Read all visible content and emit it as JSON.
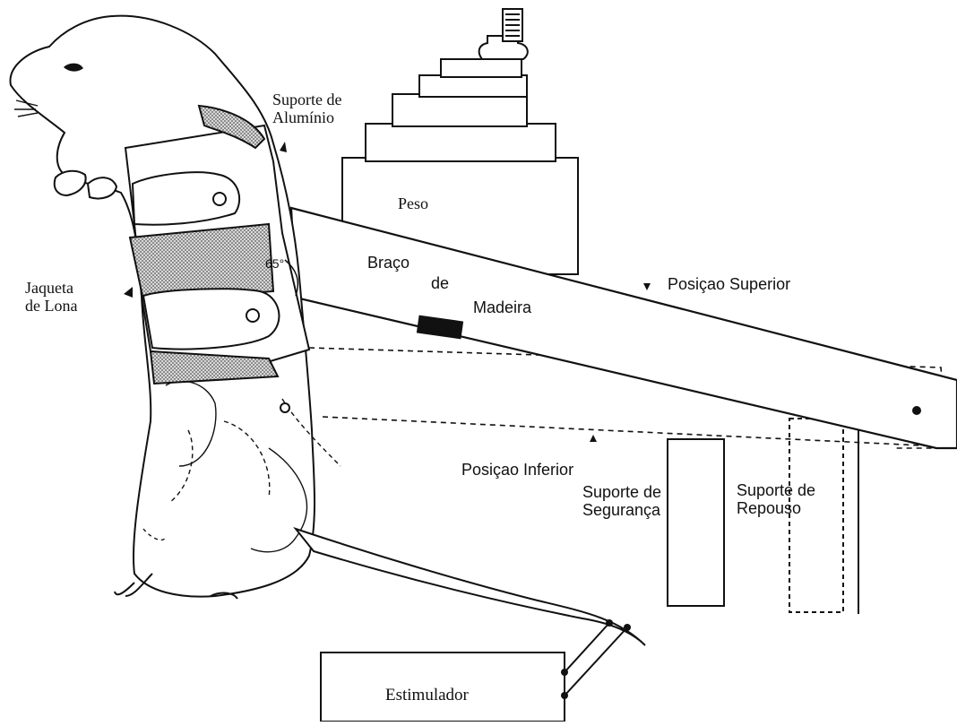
{
  "labels": {
    "aluminum_support": [
      "Suporte de",
      "Alumínio"
    ],
    "canvas_jacket": [
      "Jaqueta",
      "de Lona"
    ],
    "weight": "Peso",
    "wooden_arm": [
      "Braço",
      "de",
      "Madeira"
    ],
    "angle": "65°",
    "upper_position": "Posiçao Superior",
    "lower_position": "Posiçao Inferior",
    "safety_support": [
      "Suporte de",
      "Segurança"
    ],
    "rest_support": [
      "Suporte de",
      "Repouso"
    ],
    "stimulator": "Estimulador"
  },
  "colors": {
    "line": "#111111",
    "fill": "#ffffff",
    "stipple": "#8a8a8a"
  },
  "icons": [
    "rat-figure",
    "jacket-harness",
    "weight-stack",
    "lever-arm",
    "pivot-post",
    "stimulator-box"
  ]
}
